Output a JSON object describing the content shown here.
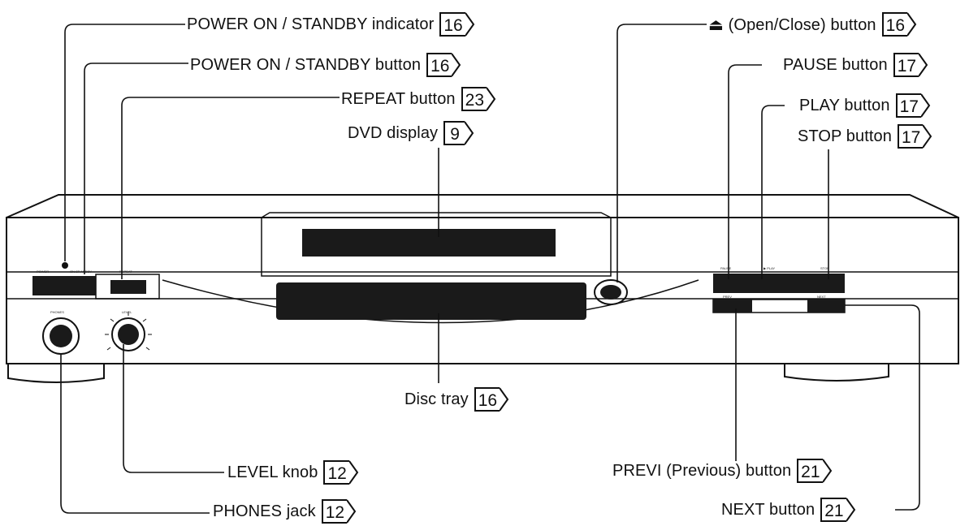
{
  "callouts": [
    {
      "id": "power-indicator",
      "label": "POWER ON / STANDBY indicator",
      "page": "16"
    },
    {
      "id": "power-button",
      "label": "POWER ON / STANDBY button",
      "page": "16"
    },
    {
      "id": "repeat-button",
      "label": "REPEAT button",
      "page": "23"
    },
    {
      "id": "dvd-display",
      "label": "DVD display",
      "page": "9"
    },
    {
      "id": "disc-tray",
      "label": "Disc tray",
      "page": "16"
    },
    {
      "id": "level-knob",
      "label": "LEVEL knob",
      "page": "12"
    },
    {
      "id": "phones-jack",
      "label": "PHONES jack",
      "page": "12"
    },
    {
      "id": "open-close-button",
      "label": "⏏ (Open/Close) button",
      "page": "16"
    },
    {
      "id": "pause-button",
      "label": "PAUSE button",
      "page": "17"
    },
    {
      "id": "play-button",
      "label": "PLAY button",
      "page": "17"
    },
    {
      "id": "stop-button",
      "label": "STOP button",
      "page": "17"
    },
    {
      "id": "prev-button",
      "label": "PREVI (Previous) button",
      "page": "21"
    },
    {
      "id": "next-button",
      "label": "NEXT button",
      "page": "21"
    }
  ],
  "panel_labels": {
    "power": "POWER",
    "standby": "ON  ST ANDBY",
    "repeat": "REPEAT",
    "phones": "PHONES",
    "level": "LEVEL",
    "pause": "PAUSE",
    "play": "▶ PLAY",
    "stop": "STOP",
    "prev": "PREV",
    "next": "NEXT"
  },
  "colors": {
    "ink": "#111111",
    "panel": "#ffffff",
    "shade": "#1a1a1a"
  }
}
